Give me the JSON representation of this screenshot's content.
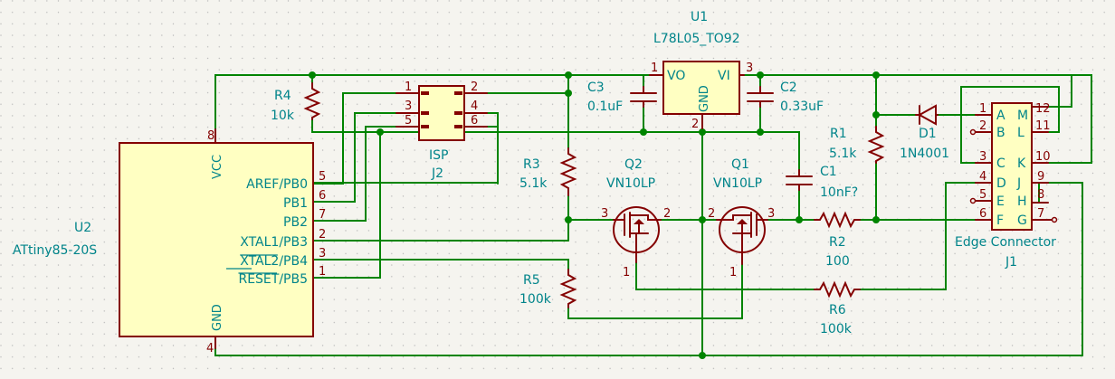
{
  "components": {
    "u1": {
      "ref": "U1",
      "value": "L78L05_TO92",
      "pin_vo": "VO",
      "pin_vi": "VI",
      "pin_gnd": "GND",
      "pin1": "1",
      "pin2": "2",
      "pin3": "3"
    },
    "u2": {
      "ref": "U2",
      "value": "ATtiny85-20S",
      "pins": [
        {
          "num": "5",
          "name": "AREF/PB0"
        },
        {
          "num": "6",
          "name": "PB1"
        },
        {
          "num": "7",
          "name": "PB2"
        },
        {
          "num": "2",
          "name": "XTAL1/PB3"
        },
        {
          "num": "3",
          "name": "XTAL2/PB4"
        },
        {
          "num": "1",
          "name": "RESET/PB5"
        }
      ],
      "vcc_name": "VCC",
      "vcc_num": "8",
      "gnd_name": "GND",
      "gnd_num": "4"
    },
    "j2": {
      "ref": "J2",
      "value": "ISP",
      "pins_left": [
        "1",
        "3",
        "5"
      ],
      "pins_right": [
        "2",
        "4",
        "6"
      ]
    },
    "j1": {
      "ref": "J1",
      "value": "Edge Connector",
      "left_nums": [
        "1",
        "2",
        "3",
        "4",
        "5",
        "6"
      ],
      "left_letters": [
        "A",
        "B",
        "C",
        "D",
        "E",
        "F"
      ],
      "right_nums": [
        "12",
        "11",
        "10",
        "9",
        "8",
        "7"
      ],
      "right_letters": [
        "M",
        "L",
        "K",
        "J",
        "H",
        "G"
      ]
    },
    "r1": {
      "ref": "R1",
      "value": "5.1k"
    },
    "r2": {
      "ref": "R2",
      "value": "100"
    },
    "r3": {
      "ref": "R3",
      "value": "5.1k"
    },
    "r4": {
      "ref": "R4",
      "value": "10k"
    },
    "r5": {
      "ref": "R5",
      "value": "100k"
    },
    "r6": {
      "ref": "R6",
      "value": "100k"
    },
    "c1": {
      "ref": "C1",
      "value": "10nF?"
    },
    "c2": {
      "ref": "C2",
      "value": "0.33uF"
    },
    "c3": {
      "ref": "C3",
      "value": "0.1uF"
    },
    "d1": {
      "ref": "D1",
      "value": "1N4001"
    },
    "q1": {
      "ref": "Q1",
      "value": "VN10LP",
      "pin1": "1",
      "pin2": "2",
      "pin3": "3"
    },
    "q2": {
      "ref": "Q2",
      "value": "VN10LP",
      "pin1": "1",
      "pin2": "2",
      "pin3": "3"
    }
  },
  "colors": {
    "wire": "#008400",
    "symbol": "#840000",
    "body": "#ffffc2",
    "text": "#00848a",
    "background": "#f5f4ef"
  }
}
